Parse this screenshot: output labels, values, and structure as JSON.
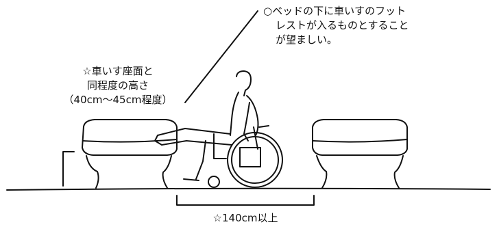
{
  "notes": {
    "footrest": [
      "○ベッドの下に車いすのフット",
      "レストが入るものとすること",
      "が望ましい。"
    ],
    "seat_height": [
      "☆車いす座面と",
      "同程度の高さ",
      "（40cm〜45cm程度）"
    ],
    "clearance": "☆140cm以上"
  }
}
